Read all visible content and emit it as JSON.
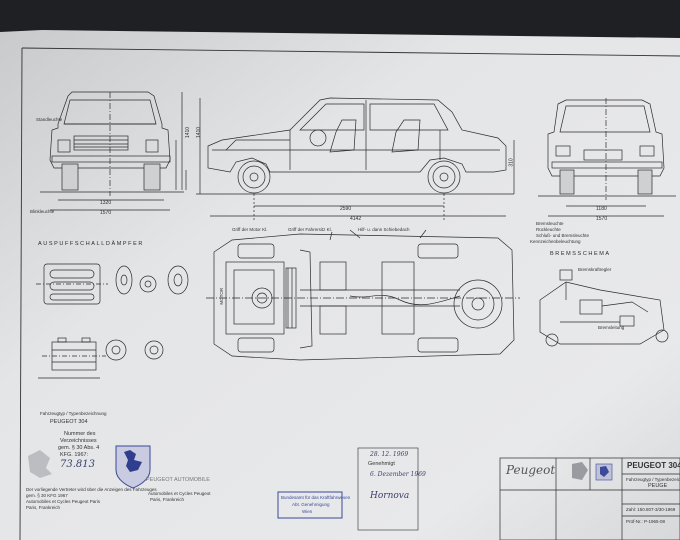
{
  "background": "#1f2023",
  "paper_color": "#dfe0e2",
  "ink_color": "#2b2b2b",
  "labels": {
    "standlicht": "Standleuchte",
    "blinkleuchte": "Blinkleuchte",
    "griff_motor": "Griff der Motor Kl.",
    "griff_fahrersitz": "Griff der Fahrersitz Kl.",
    "hinten_schiebedach": "Hilf- u. dann Schiebedach",
    "bremsleuchte": "Bremsleuchte",
    "rueckleuchte": "Rückleuchte",
    "schluss": "Schluß- und Bremsleuchte",
    "kennzeichen": "Kennzeichenbeleuchtung",
    "auspuff_title": "AUSPUFFSCHALLDÄMPFER",
    "bremsschema_title": "BREMSSCHEMA",
    "motor_tag": "MOTOR",
    "bremskraftregler": "Bremskraftregler",
    "bremsleitung": "Bremsleitung"
  },
  "dimensions": {
    "front_width": "1320",
    "front_track": "1570",
    "wheelbase": "2590",
    "overall_length": "4142",
    "rear_track": "1180",
    "rear_width": "1570",
    "height_front": "1410",
    "height_side": "1410",
    "side_small": "310"
  },
  "approval": {
    "type_label": "Fahrzeugtyp / Typenbezeichnung",
    "model_line": "PEUGEOT 304",
    "nummer_label": "Nummer des",
    "verzeichnis": "Verzeichnisses",
    "gem": "gem. § 30 Abs. 4",
    "kfg": "KFG. 1967:",
    "number": "73.813",
    "fine_print_1": "Der vorliegende Vertreter wird über die Anzeigen des Fahrzeuges",
    "fine_print_2": "gem. § 30 KFG 1967",
    "fine_print_3": "Automobiles et Cycles Peugeot Paris",
    "fine_print_4": "Paris, Frankreich",
    "peugeot_automobile": "PEUGEOT AUTOMOBILE",
    "peugeot_sub_1": "Automobiles et Cycles Peugeot",
    "peugeot_sub_2": "Paris, Frankreich"
  },
  "stamp": {
    "date": "28. 12. 1969",
    "word": "Genehmigt",
    "date2": "6. Dezember 1969",
    "signature": "Hornova"
  },
  "blue_stamp": {
    "line1": "Bundesamt für das Kraftfahrwesen",
    "line2": "Abt. Genehmigung",
    "line3": "Wien"
  },
  "title_block": {
    "brand": "Peugeot",
    "model": "PEUGEOT 304",
    "type": "Fahrzeugtyp / Typenbezeichnung",
    "make": "PEUGE",
    "sheet_a": "Zahl: 150.807-3/30-1969",
    "sheet_b": "Prüf-Nr.: P-1965-08"
  }
}
